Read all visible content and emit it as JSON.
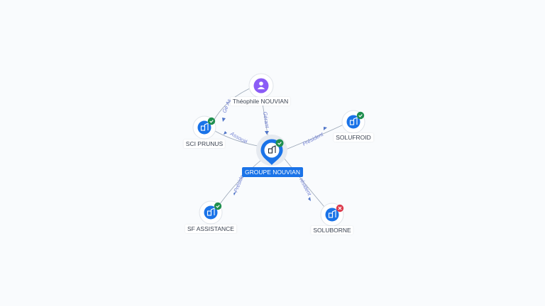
{
  "nodes": [
    {
      "id": "main",
      "name": "GROUPE NOUVIAN",
      "kind": "company",
      "status": "ok",
      "icon": "building-icon"
    },
    {
      "id": "person",
      "name": "Théophile NOUVIAN",
      "kind": "person",
      "status": "none",
      "icon": "person-icon"
    },
    {
      "id": "prunus",
      "name": "SCI PRUNUS",
      "kind": "company",
      "status": "ok",
      "icon": "building-icon"
    },
    {
      "id": "solufroid",
      "name": "SOLUFROID",
      "kind": "company",
      "status": "ok",
      "icon": "building-icon"
    },
    {
      "id": "sfassist",
      "name": "SF ASSISTANCE",
      "kind": "company",
      "status": "ok",
      "icon": "building-icon"
    },
    {
      "id": "soluborne",
      "name": "SOLUBORNE",
      "kind": "company",
      "status": "closed",
      "icon": "building-icon"
    }
  ],
  "edges": [
    {
      "from": "person",
      "to": "main",
      "label": "Gérant"
    },
    {
      "from": "person",
      "to": "prunus",
      "label": "Gé As"
    },
    {
      "from": "main",
      "to": "prunus",
      "label": "Associé"
    },
    {
      "from": "main",
      "to": "solufroid",
      "label": "Président"
    },
    {
      "from": "main",
      "to": "sfassist",
      "label": "Préside"
    },
    {
      "from": "main",
      "to": "soluborne",
      "label": "résident"
    }
  ],
  "colors": {
    "company": "#1a73e8",
    "person": "#8b5cf6",
    "status_ok": "#1f8f4f",
    "status_closed": "#dc3b4d",
    "edge_label": "#6f7ed1"
  }
}
